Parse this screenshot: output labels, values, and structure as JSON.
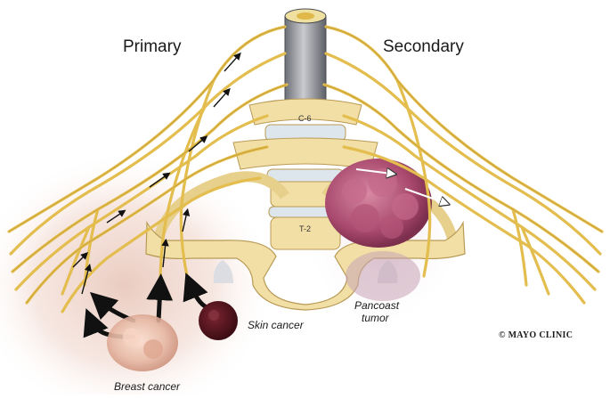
{
  "labels": {
    "primary": "Primary",
    "secondary": "Secondary",
    "c6": "C-6",
    "t2": "T-2",
    "pancoast_line1": "Pancoast",
    "pancoast_line2": "tumor",
    "skin_cancer": "Skin cancer",
    "breast_cancer": "Breast cancer",
    "credit": "© MAYO CLINIC"
  },
  "colors": {
    "nerve": "#e8c45a",
    "nerve_outline": "#b8902a",
    "bone": "#f2dfa6",
    "bone_shadow": "#d9bf7a",
    "disc": "#dde6ec",
    "cord": "#8d8f96",
    "tumor": "#a24c6a",
    "skin_glow": "#f3ddd5",
    "arrow": "#111111"
  }
}
